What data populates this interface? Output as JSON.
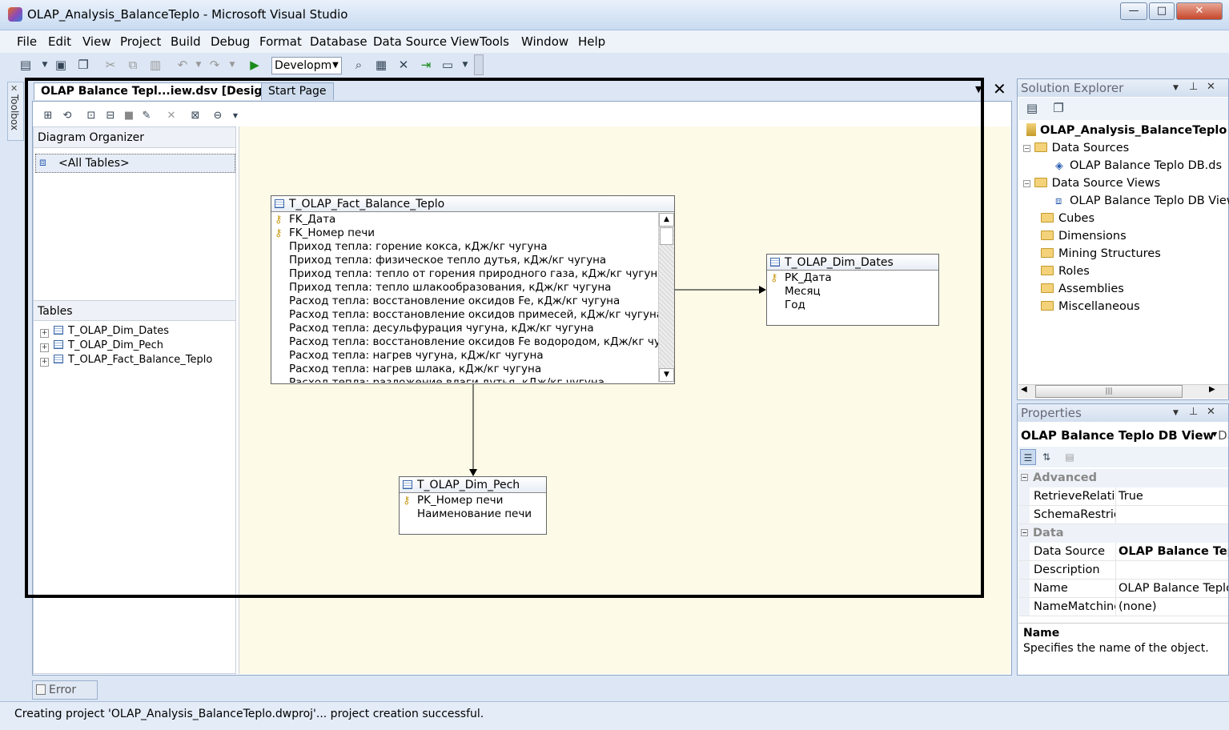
{
  "window": {
    "title": "OLAP_Analysis_BalanceTeplo - Microsoft Visual Studio",
    "buttons": {
      "minimize": "—",
      "maximize": "□",
      "close": "✕"
    }
  },
  "menu": [
    "File",
    "Edit",
    "View",
    "Project",
    "Build",
    "Debug",
    "Format",
    "Database",
    "Data Source View",
    "Tools",
    "Window",
    "Help"
  ],
  "toolbar": {
    "configuration": "Developm"
  },
  "toolbox": {
    "label": "Toolbox"
  },
  "tabs": {
    "design": "OLAP Balance Tepl...iew.dsv [Design]*",
    "start": "Start Page",
    "dropdown": "▼",
    "close": "✕"
  },
  "diagram_organizer": {
    "title": "Diagram Organizer",
    "all_tables": "<All Tables>"
  },
  "tables_panel": {
    "title": "Tables",
    "items": [
      "T_OLAP_Dim_Dates",
      "T_OLAP_Dim_Pech",
      "T_OLAP_Fact_Balance_Teplo"
    ]
  },
  "diagram": {
    "fact": {
      "title": "T_OLAP_Fact_Balance_Teplo",
      "columns": [
        "FK_Дата",
        "FK_Номер печи",
        "Приход тепла: горение кокса, кДж/кг чугуна",
        "Приход тепла: физическое тепло дутья, кДж/кг чугуна",
        "Приход тепла: тепло от горения природного газа, кДж/кг чугуна",
        "Приход тепла: тепло шлакообразования, кДж/кг чугуна",
        "Расход тепла: восстановление оксидов Fe, кДж/кг чугуна",
        "Расход тепла: восстановление оксидов примесей, кДж/кг чугуна",
        "Расход тепла: десульфурация чугуна, кДж/кг чугуна",
        "Расход тепла: восстановление оксидов Fe водородом, кДж/кг чугуна",
        "Расход тепла: нагрев чугуна, кДж/кг чугуна",
        "Расход тепла: нагрев шлака, кДж/кг чугуна",
        "Расход тепла: разложение влаги дутья, кДж/кг чугуна"
      ]
    },
    "dates": {
      "title": "T_OLAP_Dim_Dates",
      "columns": [
        "PK_Дата",
        "Месяц",
        "Год"
      ]
    },
    "pech": {
      "title": "T_OLAP_Dim_Pech",
      "columns": [
        "PK_Номер печи",
        "Наименование печи"
      ]
    }
  },
  "error_list": "Error List",
  "status": "Creating project 'OLAP_Analysis_BalanceTeplo.dwproj'... project creation successful.",
  "solution_explorer": {
    "title": "Solution Explorer",
    "project": "OLAP_Analysis_BalanceTeplo",
    "data_sources": "Data Sources",
    "data_source_file": "OLAP Balance Teplo DB.ds",
    "data_source_views": "Data Source Views",
    "dsv_file": "OLAP Balance Teplo DB View",
    "folders": [
      "Cubes",
      "Dimensions",
      "Mining Structures",
      "Roles",
      "Assemblies",
      "Miscellaneous"
    ]
  },
  "properties": {
    "title": "Properties",
    "object": "OLAP Balance Teplo DB View",
    "object_type": "Dat",
    "categories": {
      "advanced": "Advanced",
      "data": "Data"
    },
    "rows": [
      {
        "name": "RetrieveRelatio",
        "value": "True"
      },
      {
        "name": "SchemaRestrict",
        "value": ""
      },
      {
        "name": "Data Source",
        "value": "OLAP Balance Tepl"
      },
      {
        "name": "Description",
        "value": ""
      },
      {
        "name": "Name",
        "value": "OLAP Balance Teplo"
      },
      {
        "name": "NameMatching",
        "value": "(none)"
      }
    ],
    "desc_title": "Name",
    "desc_text": "Specifies the name of the object."
  }
}
